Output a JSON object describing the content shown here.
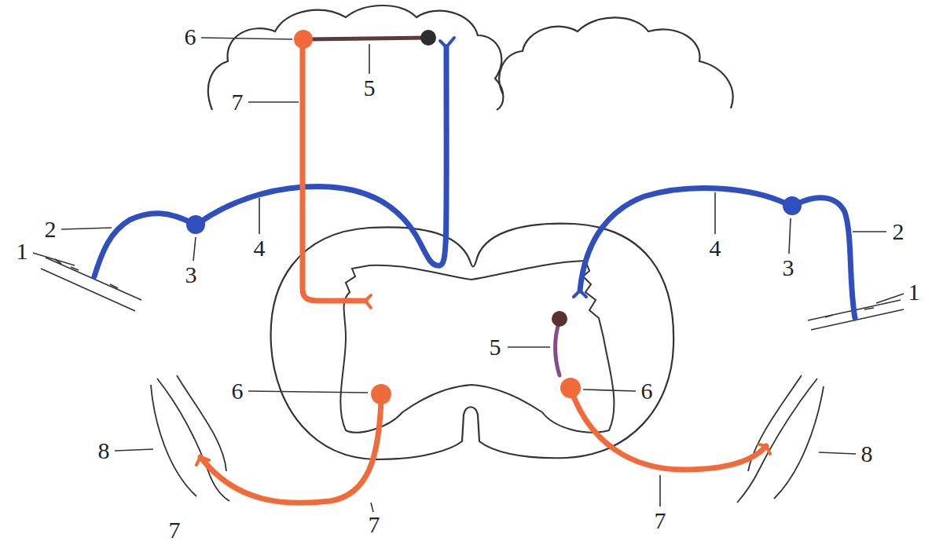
{
  "diagram": {
    "labels": [
      "6",
      "5",
      "7",
      "2",
      "4",
      "4",
      "2",
      "1",
      "3",
      "3",
      "1",
      "5",
      "6",
      "6",
      "8",
      "8",
      "7",
      "7",
      "7"
    ]
  }
}
